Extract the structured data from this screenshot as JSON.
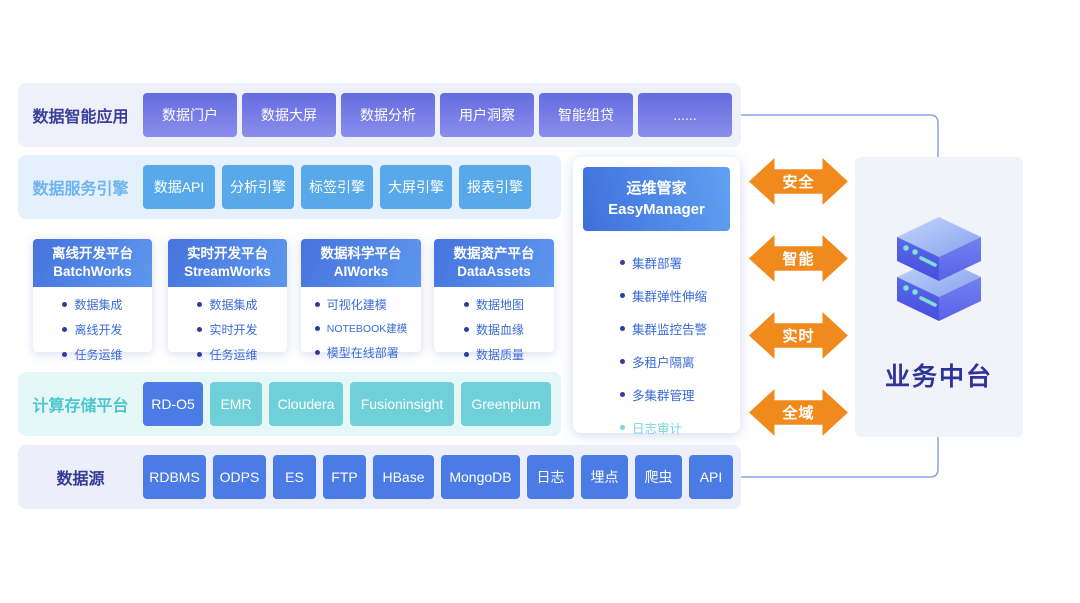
{
  "rows": {
    "apps": {
      "label": "数据智能应用",
      "items": [
        "数据门户",
        "数据大屏",
        "数据分析",
        "用户洞察",
        "智能组贷",
        "......"
      ]
    },
    "engines": {
      "label": "数据服务引擎",
      "items": [
        "数据API",
        "分析引擎",
        "标签引擎",
        "大屏引擎",
        "报表引擎"
      ]
    },
    "platforms": {
      "cards": [
        {
          "title_cn": "离线开发平台",
          "title_en": "BatchWorks",
          "items": [
            "数据集成",
            "离线开发",
            "任务运维"
          ]
        },
        {
          "title_cn": "实时开发平台",
          "title_en": "StreamWorks",
          "items": [
            "数据集成",
            "实时开发",
            "任务运维"
          ]
        },
        {
          "title_cn": "数据科学平台",
          "title_en": "AIWorks",
          "items": [
            "可视化建模",
            "NOTEBOOK建模",
            "模型在线部署"
          ]
        },
        {
          "title_cn": "数据资产平台",
          "title_en": "DataAssets",
          "items": [
            "数据地图",
            "数据血缘",
            "数据质量"
          ]
        }
      ]
    },
    "compute": {
      "label": "计算存储平台",
      "items": [
        "RD-O5",
        "EMR",
        "Cloudera",
        "Fusioninsight",
        "Greenplum"
      ]
    },
    "sources": {
      "label": "数据源",
      "items": [
        "RDBMS",
        "ODPS",
        "ES",
        "FTP",
        "HBase",
        "MongoDB",
        "日志",
        "埋点",
        "爬虫",
        "API"
      ]
    }
  },
  "easymanager": {
    "title_cn": "运维管家",
    "title_en": "EasyManager",
    "items": [
      "集群部署",
      "集群弹性伸缩",
      "集群监控告警",
      "多租户隔离",
      "多集群管理",
      "日志审计"
    ]
  },
  "arrows": [
    "安全",
    "智能",
    "实时",
    "全域"
  ],
  "business": {
    "label": "业务中台"
  },
  "icons": {
    "server_stack": "isometric-server-stack-icon",
    "double_arrow": "double-headed-arrow"
  },
  "palette": {
    "accent_orange": "#F18A1D",
    "app_chip_purple": "#7078E6",
    "engine_chip_blue": "#57A9EA",
    "card_header_blue": "#4B80E4",
    "compute_teal": "#6FD0D9",
    "source_chip_blue": "#4B7CE5",
    "bullet_text_blue": "#3A6BD8",
    "navy_label": "#333B99",
    "teal_label": "#4CC7CE",
    "connector_line": "#8BA2E4",
    "business_text": "#2E3498"
  }
}
